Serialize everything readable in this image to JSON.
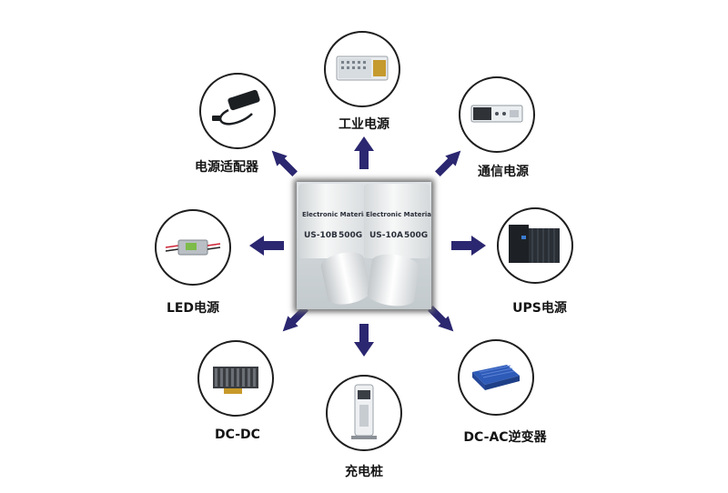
{
  "center_product": {
    "jar_left_text": "Electronic Materials & Techno",
    "jar_left_model": "US-10B",
    "jar_left_weight": "500G",
    "jar_right_text": "Electronic Materials & Technol",
    "jar_right_model": "US-10A",
    "jar_right_weight": "500G"
  },
  "applications": [
    {
      "id": "industrial",
      "label": "工业电源",
      "icon": "power-supply-icon"
    },
    {
      "id": "telecom",
      "label": "通信电源",
      "icon": "telecom-rack-icon"
    },
    {
      "id": "ups",
      "label": "UPS电源",
      "icon": "ups-cabinet-icon"
    },
    {
      "id": "dcac",
      "label": "DC-AC逆变器",
      "icon": "inverter-icon"
    },
    {
      "id": "charger",
      "label": "充电桩",
      "icon": "charging-pile-icon"
    },
    {
      "id": "dcdc",
      "label": "DC-DC",
      "icon": "dcdc-converter-icon"
    },
    {
      "id": "led",
      "label": "LED电源",
      "icon": "led-driver-icon"
    },
    {
      "id": "adapter",
      "label": "电源适配器",
      "icon": "power-adapter-icon"
    }
  ],
  "colors": {
    "arrow": "#2b2770",
    "circle_border": "#1e1e1e"
  }
}
